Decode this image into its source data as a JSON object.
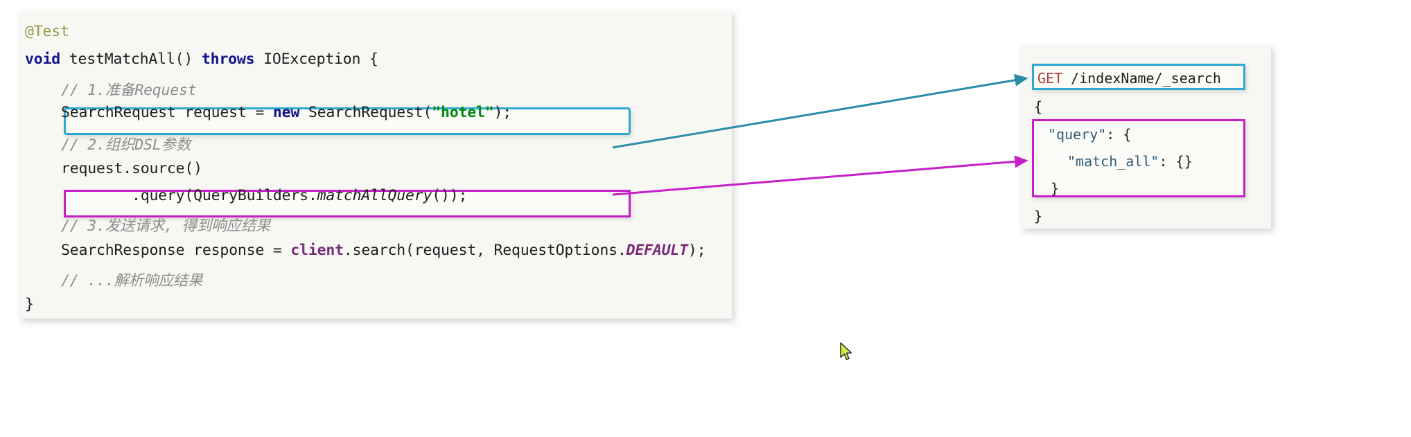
{
  "code_panel": {
    "language": "java",
    "lines": {
      "annotation": "@Test",
      "signature_kw1": "void",
      "signature_name": " testMatchAll() ",
      "signature_kw2": "throws",
      "signature_tail": " IOException {",
      "comment1": "// 1.准备Request",
      "request_pre": "SearchRequest request = ",
      "request_kw": "new",
      "request_mid": " SearchRequest(",
      "request_str": "\"hotel\"",
      "request_post": ");",
      "comment2": "// 2.组织DSL参数",
      "source": "request.source()",
      "query_pre": "        .query(QueryBuilders.",
      "query_italic": "matchAllQuery",
      "query_post": "());",
      "comment3": "// 3.发送请求, 得到响应结果",
      "response_pre": "SearchResponse response = ",
      "response_field": "client",
      "response_mid": ".search(request, RequestOptions.",
      "response_const": "DEFAULT",
      "response_post": ");",
      "comment4": "// ...解析响应结果",
      "close_brace": "}"
    }
  },
  "dsl_panel": {
    "request_verb": "GET",
    "request_path": " /indexName/_search",
    "brace_open": "{",
    "query_key": "\"query\"",
    "query_open": ": {",
    "match_all_key": "\"match_all\"",
    "match_all_value": ": {}",
    "brace_close_inner": "}",
    "brace_close_outer": "}"
  },
  "colors": {
    "panel_background": "#f7f8f4",
    "highlight_cyan": "#2ea9d0",
    "highlight_magenta": "#c71fc7",
    "arrow_teal": "#2b8ca5",
    "arrow_magenta": "#c71fc7",
    "keyword": "#12128c",
    "string": "#028a0f",
    "comment": "#8c8c8c",
    "annotation": "#9a9b4d",
    "field": "#7a2a7a",
    "json_key": "#2e5c76",
    "http_verb": "#a8413d",
    "cursor": "#d4e84a"
  },
  "connectors": [
    {
      "name": "request-to-get",
      "from": "request-highlight",
      "to": "get-highlight",
      "color": "#2b8ca5"
    },
    {
      "name": "query-to-dsl-query",
      "from": "query-highlight",
      "to": "dsl-query-highlight",
      "color": "#c71fc7"
    }
  ]
}
